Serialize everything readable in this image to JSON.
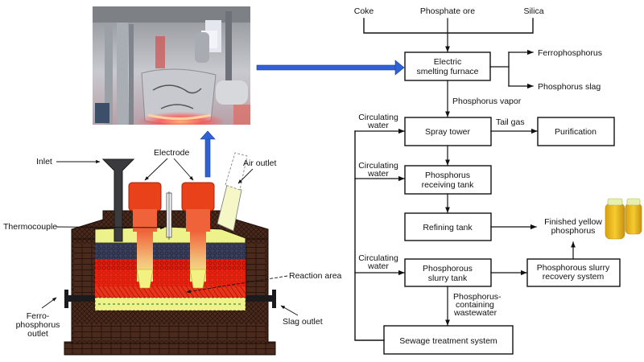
{
  "photo": {
    "caption": "Electric smelting furnace photo"
  },
  "furnace_labels": {
    "inlet": "Inlet",
    "electrode": "Electrode",
    "air_outlet": "Air outlet",
    "thermocouple": "Thermocouple",
    "reaction_area": "Reaction area",
    "ferro_outlet_1": "Ferro-",
    "ferro_outlet_2": "phosphorus",
    "ferro_outlet_3": "outlet",
    "slag_outlet": "Slag outlet"
  },
  "flow": {
    "inputs": {
      "coke": "Coke",
      "phosphate_ore": "Phosphate ore",
      "silica": "Silica"
    },
    "furnace_1": "Electric",
    "furnace_2": "smelting furnace",
    "ferrophosphorus": "Ferrophosphorus",
    "phosphorus_slag": "Phosphorus slag",
    "phosphorus_vapor": "Phosphorus vapor",
    "circulating_1": "Circulating",
    "circulating_2": "water",
    "spray_tower": "Spray tower",
    "tail_gas": "Tail gas",
    "purification": "Purification",
    "receiving_1": "Phosphorus",
    "receiving_2": "receiving tank",
    "refining_tank": "Refining tank",
    "finished_1": "Finished yellow",
    "finished_2": "phosphorus",
    "slurry_1": "Phosphorous",
    "slurry_2": "slurry tank",
    "recovery_1": "Phosphorous slurry",
    "recovery_2": "recovery system",
    "wastewater_1": "Phosphorus-",
    "wastewater_2": "containing",
    "wastewater_3": "wastewater",
    "sewage": "Sewage treatment system"
  },
  "colors": {
    "arrow_blue": "#2f62d6",
    "brick": "#4a2a1c",
    "glow_red": "#e01f10",
    "yellow": "#eef28a",
    "electrode_red": "#e9411a"
  }
}
